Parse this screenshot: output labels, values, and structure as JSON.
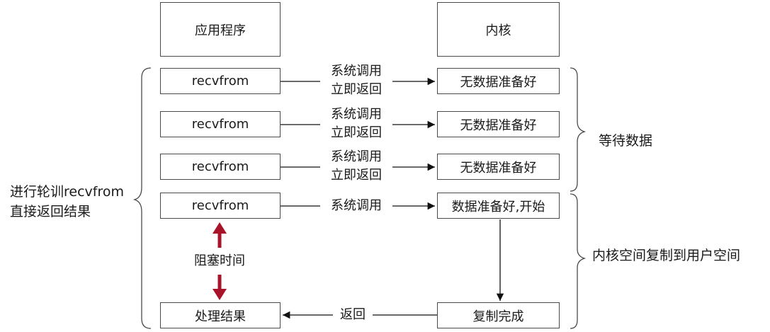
{
  "headers": {
    "app": "应用程序",
    "kernel": "内核"
  },
  "rows": [
    {
      "app": "recvfrom",
      "call": "系统调用",
      "ret": "立即返回",
      "kernel": "无数据准备好"
    },
    {
      "app": "recvfrom",
      "call": "系统调用",
      "ret": "立即返回",
      "kernel": "无数据准备好"
    },
    {
      "app": "recvfrom",
      "call": "系统调用",
      "ret": "立即返回",
      "kernel": "无数据准备好"
    },
    {
      "app": "recvfrom",
      "call": "系统调用",
      "kernel": "数据准备好,开始"
    }
  ],
  "result": {
    "app": "处理结果",
    "kernel": "复制完成",
    "ret": "返回"
  },
  "blocking_label": "阻塞时间",
  "left_brace_label": {
    "line1": "进行轮训recvfrom",
    "line2": "直接返回结果"
  },
  "right_labels": {
    "wait": "等待数据",
    "copy": "内核空间复制到用户空间"
  },
  "colors": {
    "blocking_arrow": "#a8132a",
    "stroke": "#4a4a4a"
  }
}
